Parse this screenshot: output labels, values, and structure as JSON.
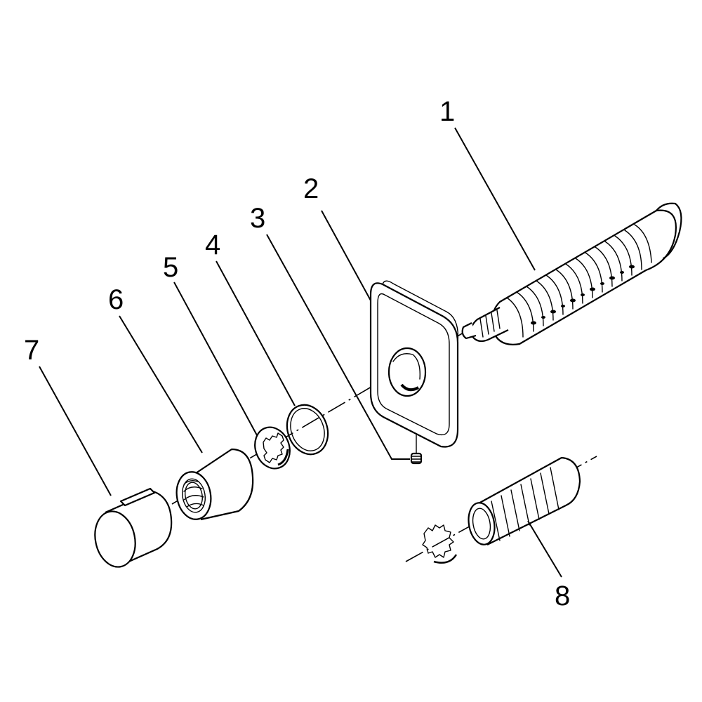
{
  "diagram": {
    "type": "exploded-parts-view",
    "parts": [
      {
        "id": "part-1",
        "label": "1"
      },
      {
        "id": "part-2",
        "label": "2"
      },
      {
        "id": "part-3",
        "label": "3"
      },
      {
        "id": "part-4",
        "label": "4"
      },
      {
        "id": "part-5",
        "label": "5"
      },
      {
        "id": "part-6",
        "label": "6"
      },
      {
        "id": "part-7",
        "label": "7"
      },
      {
        "id": "part-8",
        "label": "8"
      }
    ],
    "colors": {
      "line": "#000000",
      "background": "#ffffff",
      "shade": "#9a9a9a"
    }
  }
}
